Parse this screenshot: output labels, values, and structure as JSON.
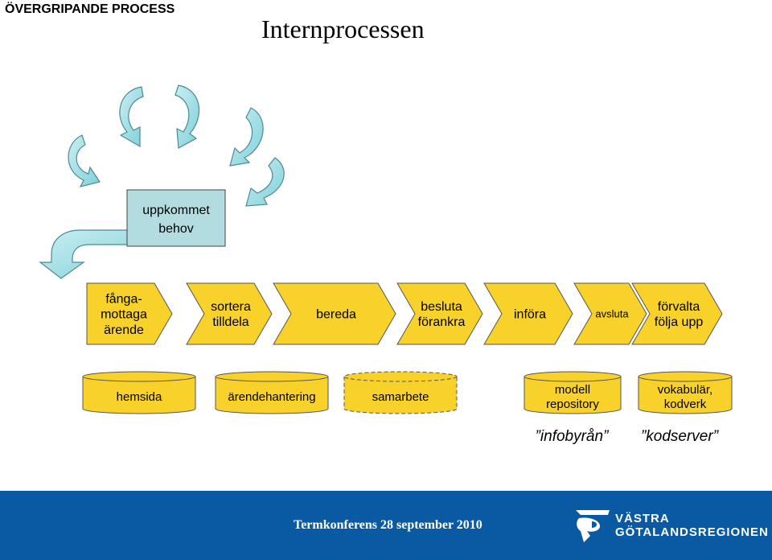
{
  "header": {
    "label": "ÖVERGRIPANDE PROCESS",
    "title": "Internprocessen"
  },
  "need_box": {
    "line1": "uppkommet",
    "line2": "behov"
  },
  "steps": [
    {
      "lines": [
        "fånga-",
        "mottaga",
        "ärende"
      ]
    },
    {
      "lines": [
        "sortera",
        "tilldela"
      ]
    },
    {
      "lines": [
        "bereda"
      ]
    },
    {
      "lines": [
        "besluta",
        "förankra"
      ]
    },
    {
      "lines": [
        "införa"
      ]
    },
    {
      "lines": [
        "avsluta"
      ]
    },
    {
      "lines": [
        "förvalta",
        "följa upp"
      ]
    }
  ],
  "systems": [
    {
      "lines": [
        "hemsida"
      ]
    },
    {
      "lines": [
        "ärendehantering"
      ]
    },
    {
      "lines": [
        "samarbete"
      ]
    },
    {
      "lines": [
        "modell",
        "repository"
      ]
    },
    {
      "lines": [
        "vokabulär,",
        "kodverk"
      ]
    }
  ],
  "quotes": {
    "left": "”infobyrån”",
    "right": "”kodserver”"
  },
  "footer": {
    "text": "Termkonferens 28 september 2010"
  },
  "logo": {
    "line1": "VÄSTRA",
    "line2": "GÖTALANDSREGIONEN",
    "icon": "vastra-gotalandsregionen-logo"
  },
  "colors": {
    "step_fill": "#f8d22a",
    "need_fill": "#b3dce0",
    "arrow_fill": "#a7dfe6",
    "footer_bg": "#0a5aa3"
  }
}
